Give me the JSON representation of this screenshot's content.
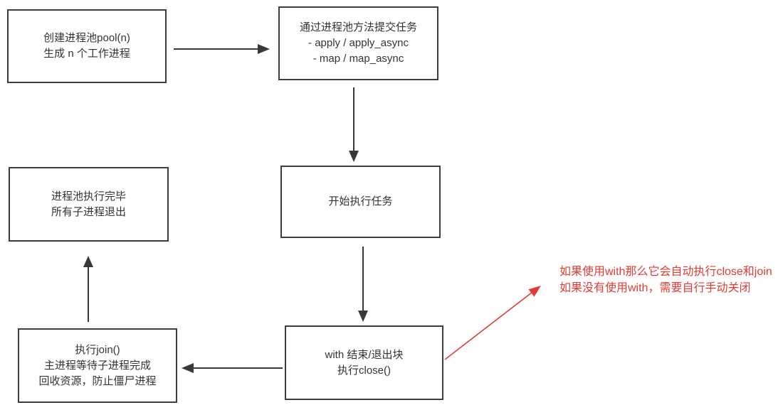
{
  "colors": {
    "background": "#ffffff",
    "box_border": "#3d3d3d",
    "box_text": "#333333",
    "arrow": "#383838",
    "annotation_red": "#e03c36"
  },
  "boxes": {
    "create_pool": {
      "lines": [
        "创建进程池pool(n)",
        "生成 n 个工作进程"
      ]
    },
    "submit_tasks": {
      "lines": [
        "通过进程池方法提交任务",
        "- apply / apply_async",
        "- map / map_async"
      ]
    },
    "start_tasks": {
      "lines": [
        "开始执行任务"
      ]
    },
    "with_exit": {
      "lines": [
        "with 结束/退出块",
        "执行close()"
      ]
    },
    "join": {
      "lines": [
        "执行join()",
        "主进程等待子进程完成",
        "回收资源，防止僵尸进程"
      ]
    },
    "pool_done": {
      "lines": [
        "进程池执行完毕",
        "所有子进程退出"
      ]
    }
  },
  "annotation": {
    "lines": [
      "如果使用with那么它会自动执行close和join",
      "如果没有使用with，需要自行手动关闭"
    ]
  }
}
